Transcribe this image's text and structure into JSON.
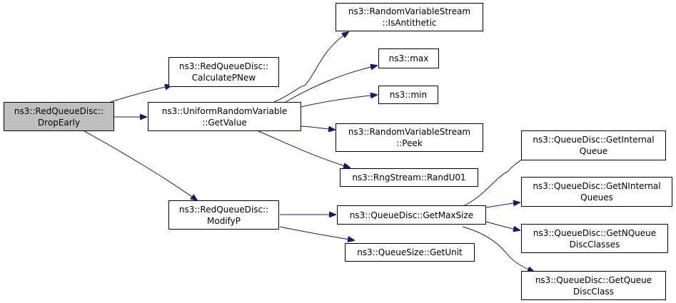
{
  "graph": {
    "colors": {
      "edge": "#191970",
      "border": "#000000",
      "root_fill": "#bfbfbf",
      "node_fill": "#ffffff"
    },
    "nodes": {
      "drop_early": {
        "line1": "ns3::RedQueueDisc::",
        "line2": "DropEarly"
      },
      "calc_pnew": {
        "line1": "ns3::RedQueueDisc::",
        "line2": "CalculatePNew"
      },
      "uniform_get": {
        "line1": "ns3::UniformRandomVariable",
        "line2": "::GetValue"
      },
      "modify_p": {
        "line1": "ns3::RedQueueDisc::",
        "line2": "ModifyP"
      },
      "is_antithetic": {
        "line1": "ns3::RandomVariableStream",
        "line2": "::IsAntithetic"
      },
      "max": {
        "line1": "ns3::max"
      },
      "min": {
        "line1": "ns3::min"
      },
      "peek": {
        "line1": "ns3::RandomVariableStream",
        "line2": "::Peek"
      },
      "rand_u01": {
        "line1": "ns3::RngStream::RandU01"
      },
      "get_max_size": {
        "line1": "ns3::QueueDisc::GetMaxSize"
      },
      "get_unit": {
        "line1": "ns3::QueueSize::GetUnit"
      },
      "get_internal_queue": {
        "line1": "ns3::QueueDisc::GetInternal",
        "line2": "Queue"
      },
      "get_n_internal_queues": {
        "line1": "ns3::QueueDisc::GetNInternal",
        "line2": "Queues"
      },
      "get_n_queue_disc_classes": {
        "line1": "ns3::QueueDisc::GetNQueue",
        "line2": "DiscClasses"
      },
      "get_queue_disc_class": {
        "line1": "ns3::QueueDisc::GetQueue",
        "line2": "DiscClass"
      }
    }
  }
}
